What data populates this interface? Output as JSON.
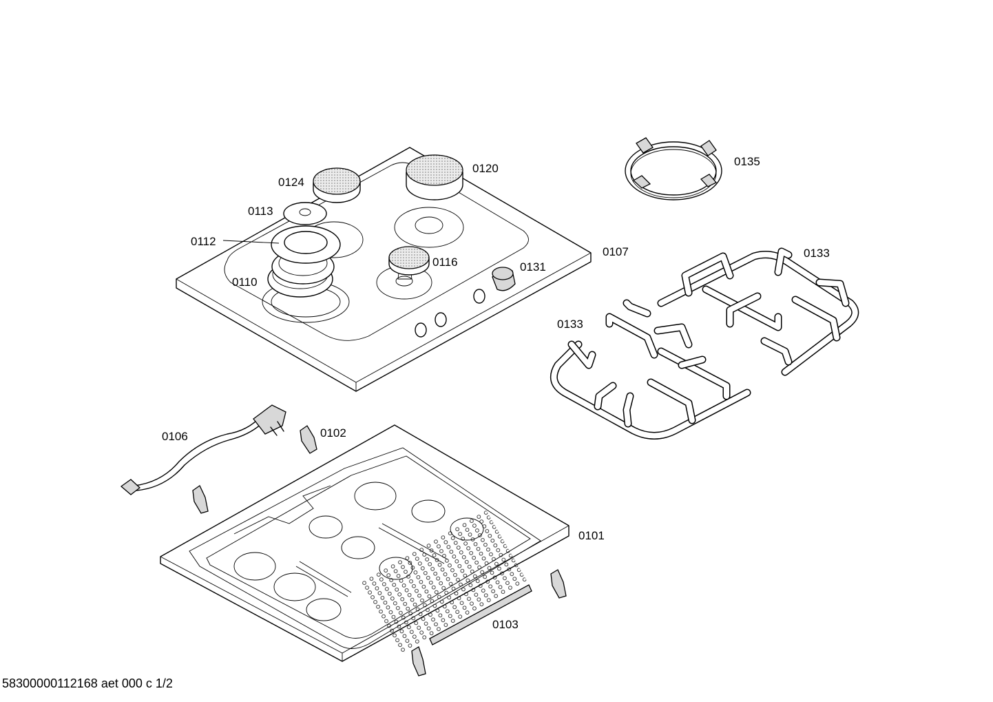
{
  "labels": {
    "p0124": "0124",
    "p0120": "0120",
    "p0135": "0135",
    "p0113": "0113",
    "p0112": "0112",
    "p0107": "0107",
    "p0133a": "0133",
    "p0116": "0116",
    "p0131": "0131",
    "p0110": "0110",
    "p0133b": "0133",
    "p0106": "0106",
    "p0102": "0102",
    "p0101": "0101",
    "p0103": "0103"
  },
  "footer": "58300000112168 aet 000 c 1/2"
}
